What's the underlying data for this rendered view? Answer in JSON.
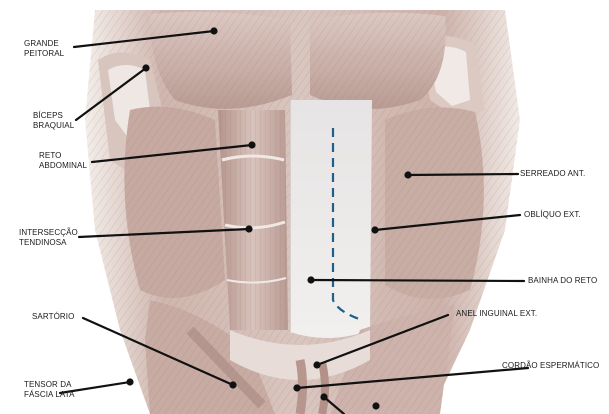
{
  "figure": {
    "labels": [
      {
        "id": "grande-peitoral",
        "lines": [
          "GRANDE",
          "PEITORAL"
        ]
      },
      {
        "id": "biceps-braquial",
        "lines": [
          "BÍCEPS",
          "BRAQUIAL"
        ]
      },
      {
        "id": "reto-abdominal",
        "lines": [
          "RETO",
          "ABDOMINAL"
        ]
      },
      {
        "id": "interseccao-tendinosa",
        "lines": [
          "INTERSECÇÃO",
          "TENDINOSA"
        ]
      },
      {
        "id": "sartorio",
        "lines": [
          "SARTÓRIO"
        ]
      },
      {
        "id": "tensor-fascia-lata",
        "lines": [
          "TENSOR DA",
          "FÁSCIA LATA"
        ]
      },
      {
        "id": "serreado-ant",
        "lines": [
          "SERREADO ANT."
        ]
      },
      {
        "id": "obliquo-ext",
        "lines": [
          "OBLÍQUO EXT."
        ]
      },
      {
        "id": "bainha-do-reto",
        "lines": [
          "BAINHA DO RETO"
        ]
      },
      {
        "id": "anel-inguinal-ext",
        "lines": [
          "ANEL INGUINAL EXT."
        ]
      },
      {
        "id": "cordao-espermatico",
        "lines": [
          "CORDÃO ESPERMÁTICO"
        ]
      }
    ],
    "colors": {
      "skin_light": "#e9dcd6",
      "skin_mid": "#cdb3ab",
      "skin_dark": "#9b7d76",
      "sheath": "#f0ede9",
      "leader": "#111111",
      "incision": "#1f5f8a"
    }
  }
}
